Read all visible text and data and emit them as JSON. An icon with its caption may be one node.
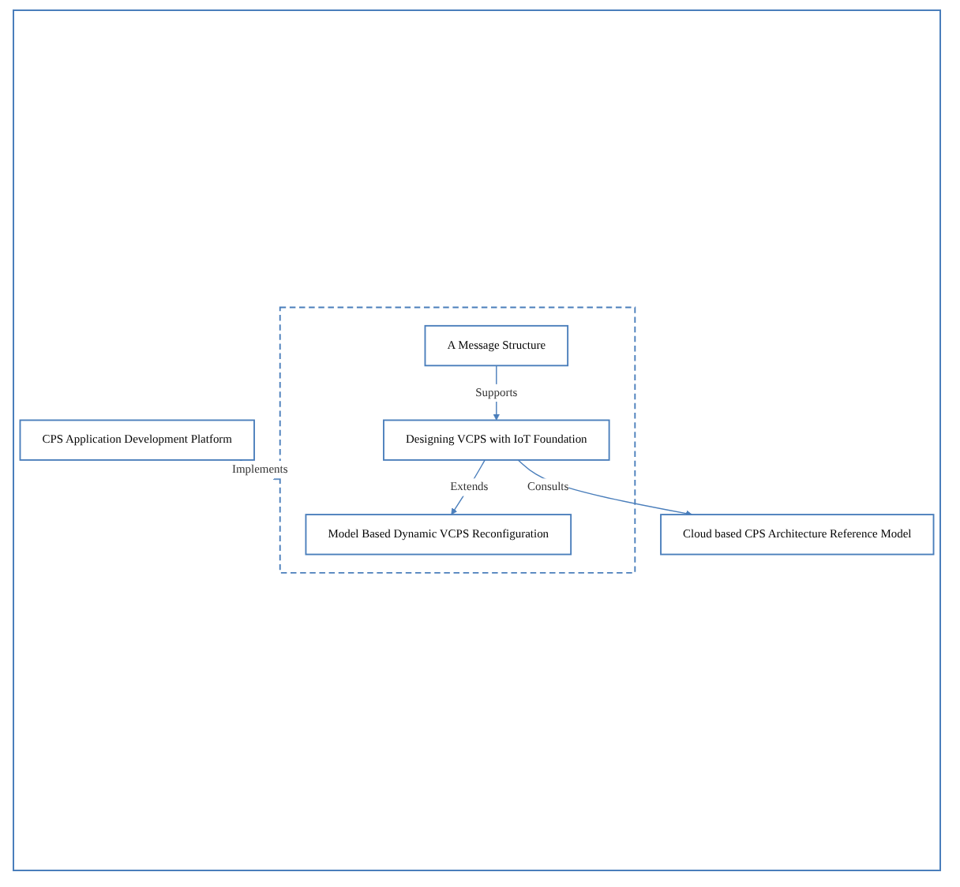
{
  "diagram": {
    "nodes": [
      {
        "text": [
          "CPS Application Development Platform"
        ]
      },
      {
        "text": [],
        "shape": "box"
      },
      {
        "text": [
          "Model Based Dynamic VCPS Reconfiguration"
        ],
        "in": 1
      },
      {
        "text": [
          "Designing VCPS with IoT Foundation"
        ],
        "in": 1
      },
      {
        "text": [
          "A Message Structure"
        ],
        "in": 1
      },
      {
        "text": [
          "Cloud based CPS Architecture Reference Model"
        ]
      }
    ],
    "edges": [
      {
        "from": 0,
        "to": 1,
        "arrow": "to",
        "label": "Implements"
      },
      {
        "from": 3,
        "to": 2,
        "arrow": "to",
        "label": "Extends"
      },
      {
        "from": 4,
        "to": 3,
        "arrow": "to",
        "label": "Supports"
      },
      {
        "from": 3,
        "to": 5,
        "arrow": "to",
        "label": "Consults"
      }
    ]
  }
}
